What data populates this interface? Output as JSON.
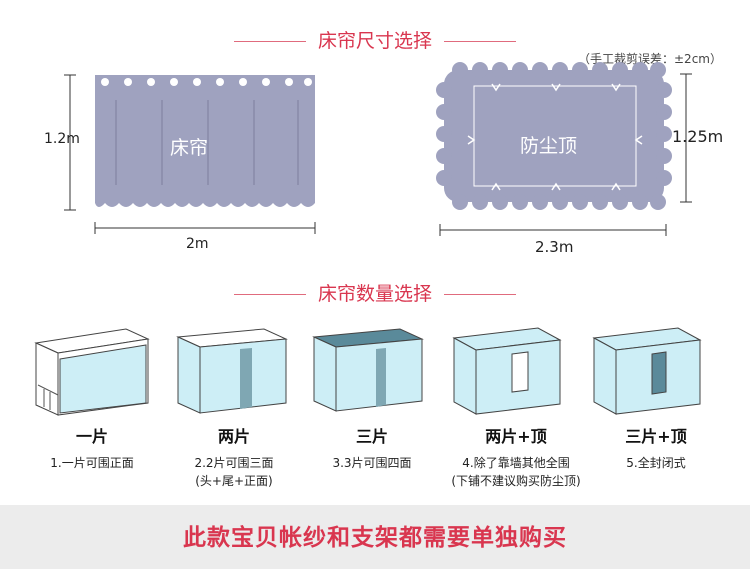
{
  "sections": {
    "size_title": "床帘尺寸选择",
    "qty_title": "床帘数量选择"
  },
  "size": {
    "tolerance_note": "（手工裁剪误差：±2cm）",
    "curtain": {
      "label": "床帘",
      "height": "1.2m",
      "width": "2m"
    },
    "dust_top": {
      "label": "防尘顶",
      "height": "1.25m",
      "width": "2.3m"
    }
  },
  "options": [
    {
      "title": "一片",
      "desc": "1.一片可围正面"
    },
    {
      "title": "两片",
      "desc": "2.2片可围三面",
      "desc2": "(头+尾+正面)"
    },
    {
      "title": "三片",
      "desc": "3.3片可围四面"
    },
    {
      "title": "两片+顶",
      "desc": "4.除了靠墙其他全围",
      "desc2": "(下铺不建议购买防尘顶)"
    },
    {
      "title": "三片+顶",
      "desc": "5.全封闭式"
    }
  ],
  "footer": {
    "text": "此款宝贝帐纱和支架都需要单独购买"
  },
  "colors": {
    "accent": "#d9364f",
    "curtain": "#9fa2bf",
    "panel": "#cdeef6"
  }
}
